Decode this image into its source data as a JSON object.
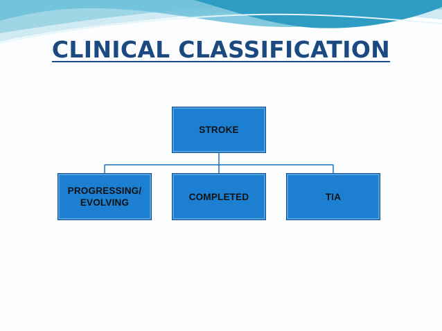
{
  "slide": {
    "title": "CLINICAL CLASSIFICATION"
  },
  "diagram": {
    "root": {
      "label": "STROKE"
    },
    "children": [
      {
        "label": "PROGRESSING/\nEVOLVING"
      },
      {
        "label": "COMPLETED"
      },
      {
        "label": "TIA"
      }
    ]
  },
  "colors": {
    "box_fill": "#1c7fd2",
    "box_border": "#0b4e8d",
    "title_text": "#1a4a80",
    "wave_light": "#bfe6f0",
    "wave_dark": "#2f9cc4",
    "connector": "#1c6fb8"
  }
}
